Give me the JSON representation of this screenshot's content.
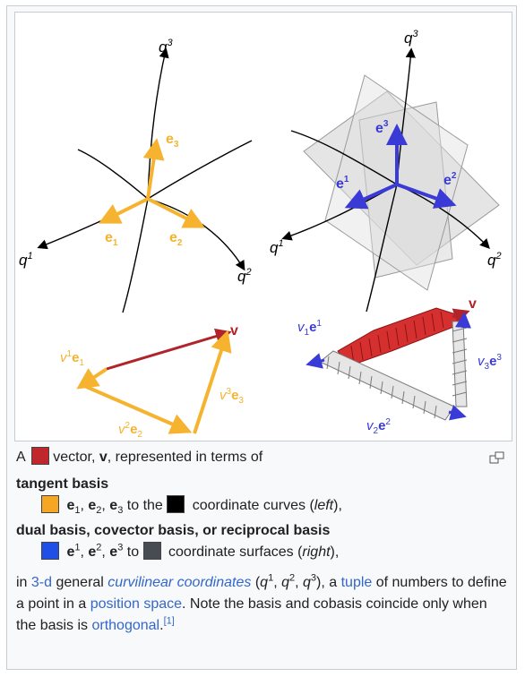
{
  "figure": {
    "left": {
      "axes": [
        "q",
        "q",
        "q"
      ],
      "axes_sup": [
        "1",
        "2",
        "3"
      ],
      "vectors": [
        "e",
        "e",
        "e"
      ],
      "vectors_sub": [
        "1",
        "2",
        "3"
      ],
      "triangle": {
        "v": "v",
        "terms": [
          "v",
          "e",
          "v",
          "e",
          "v",
          "e"
        ],
        "term_sups": [
          "1",
          "2",
          "3"
        ],
        "term_subs": [
          "1",
          "2",
          "3"
        ]
      }
    },
    "right": {
      "axes": [
        "q",
        "q",
        "q"
      ],
      "axes_sup": [
        "1",
        "2",
        "3"
      ],
      "vectors": [
        "e",
        "e",
        "e"
      ],
      "vectors_sup": [
        "1",
        "2",
        "3"
      ],
      "triangle": {
        "v": "v",
        "term_subs": [
          "1",
          "2",
          "3"
        ],
        "term_sups": [
          "1",
          "2",
          "3"
        ]
      }
    },
    "colors": {
      "vector": "#c0272d",
      "tangent": "#f5b32f",
      "dual": "#3a3ad6",
      "curve": "#000000",
      "surface": "#cccccc"
    }
  },
  "caption": {
    "line1": {
      "a": "A",
      "rest1": "vector,",
      "v": "v",
      "rest2": ", represented in terms of"
    },
    "tangent_heading": "tangent basis",
    "tangent_line": {
      "e": "e",
      "subs": [
        "1",
        "2",
        "3"
      ],
      "to_the": " to the ",
      "curves": "coordinate curves (",
      "left": "left",
      "close": "),"
    },
    "dual_heading": "dual basis, covector basis, or reciprocal basis",
    "dual_line": {
      "e": "e",
      "sups": [
        "1",
        "2",
        "3"
      ],
      "to": " to ",
      "surfaces": "coordinate surfaces (",
      "right": "right",
      "close": "),"
    },
    "para": {
      "in": "in ",
      "link1": "3-d",
      "general": " general ",
      "link2": "curvilinear coordinates",
      "q": "q",
      "sups": [
        "1",
        "2",
        "3"
      ],
      "a": ", a ",
      "link3": "tuple",
      "of": " of numbers to define a point in a ",
      "link4": "position space",
      "note": ". Note the basis and cobasis coincide only when the basis is ",
      "link5": "orthogonal",
      "dot": ".",
      "ref": "[1]"
    },
    "swatches": {
      "vector": "#c0272d",
      "tangent": "#f5a623",
      "curve": "#000000",
      "dual": "#1f4fe6",
      "surface": "#474c52"
    }
  }
}
